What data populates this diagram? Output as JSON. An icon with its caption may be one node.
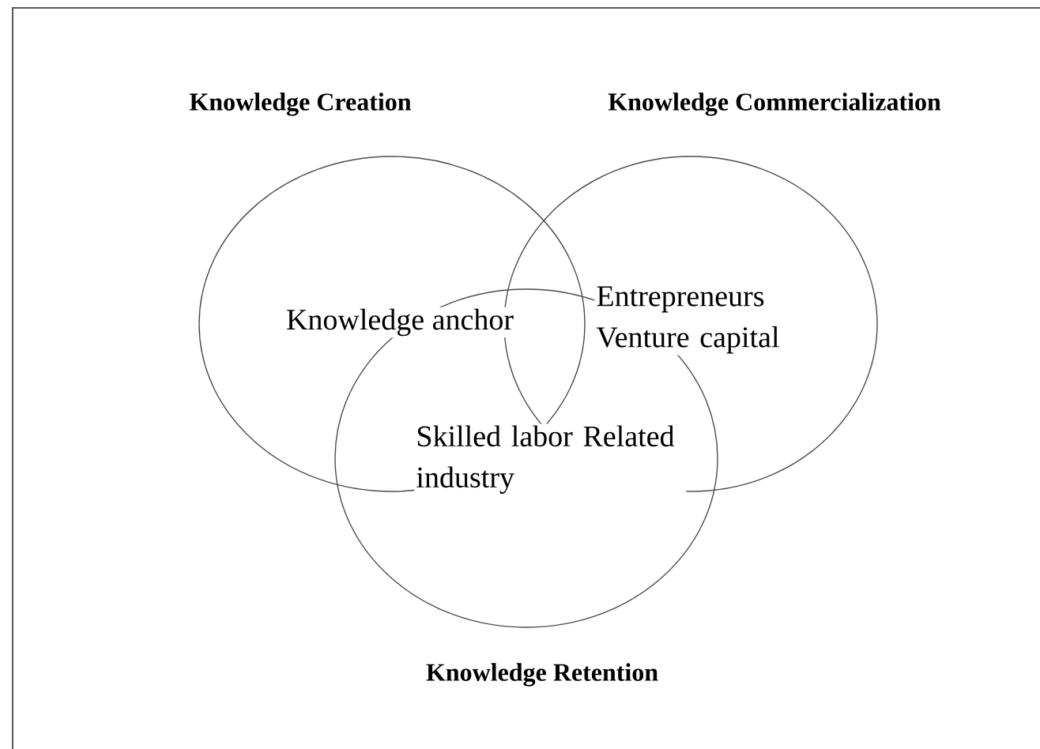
{
  "diagram": {
    "nodes": [
      {
        "text": [
          "Knowledge Creation"
        ]
      },
      {
        "text": [
          "Knowledge Commercialization"
        ]
      },
      {
        "text": [
          "Knowledge Retention"
        ]
      }
    ],
    "labels": [
      "Knowledge anchor",
      "Entrepreneurs Venture capital",
      "Skilled labor Related industry"
    ]
  }
}
